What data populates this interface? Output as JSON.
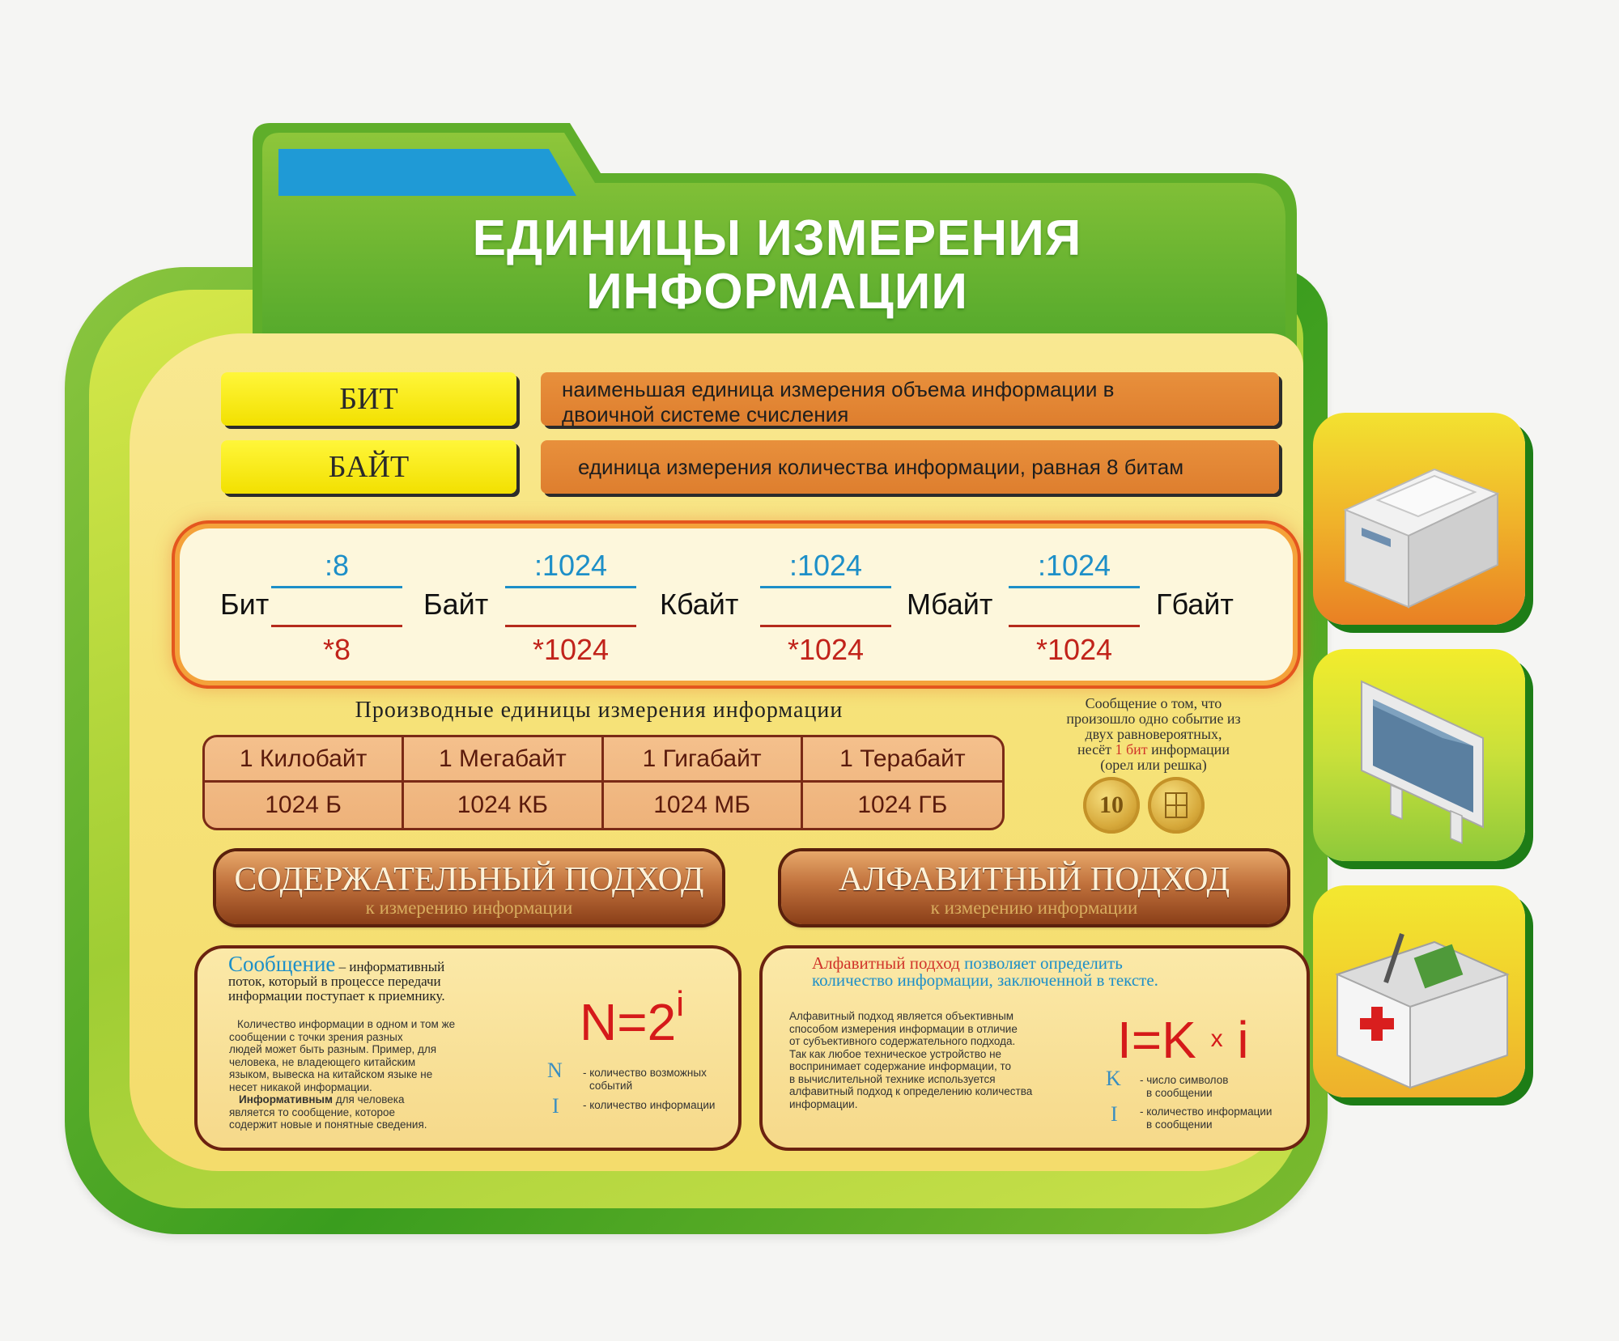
{
  "title": {
    "line1": "ЕДИНИЦЫ ИЗМЕРЕНИЯ",
    "line2": "ИНФОРМАЦИИ"
  },
  "terms": [
    {
      "label": "БИТ",
      "definition_line1": "наименьшая единица измерения объема информации в",
      "definition_line2": "двоичной системе счисления"
    },
    {
      "label": "БАЙТ",
      "definition_line1": "единица измерения количества информации, равная 8 битам",
      "definition_line2": ""
    }
  ],
  "conversion_chain": {
    "units": [
      "Бит",
      "Байт",
      "Кбайт",
      "Мбайт",
      "Гбайт"
    ],
    "divide": [
      ":8",
      ":1024",
      ":1024",
      ":1024"
    ],
    "multiply": [
      "*8",
      "*1024",
      "*1024",
      "*1024"
    ]
  },
  "derived": {
    "title": "Производные единицы измерения информации",
    "headers": [
      "1 Килобайт",
      "1 Мегабайт",
      "1 Гигабайт",
      "1 Терабайт"
    ],
    "values": [
      "1024 Б",
      "1024 КБ",
      "1024 МБ",
      "1024 ГБ"
    ]
  },
  "coin_note": {
    "line1": "Сообщение о том, что",
    "line2": "произошло одно событие из",
    "line3": "двух равновероятных,",
    "line4_pre": "несёт",
    "line4_highlight": "1 бит",
    "line4_post": "информации",
    "line5": "(орел или решка)",
    "coin_text": "10"
  },
  "content_approach": {
    "title": "СОДЕРЖАТЕЛЬНЫЙ ПОДХОД",
    "subtitle": "к измерению информации",
    "term": "Сообщение",
    "def_line1": "– информативный",
    "def_line2": "поток, который  в процессе передачи",
    "def_line3": "информации поступает к приемнику.",
    "body": [
      "Количество информации в одном и том же",
      "сообщении с точки зрения разных",
      "людей может быть разным. Пример, для",
      "человека, не владеющего китайским",
      "языком, вывеска на китайском языке не",
      "несет никакой информации."
    ],
    "bold_word": "Информативным",
    "body2_after_bold": "для человека",
    "body2": [
      "является то сообщение, которое",
      "содержит новые и понятные сведения."
    ],
    "formula_base": "N=2",
    "formula_exp": "i",
    "legend": [
      {
        "symbol": "N",
        "text_line1": "- количество возможных",
        "text_line2": "событий"
      },
      {
        "symbol": "I",
        "text_line1": "- количество информации",
        "text_line2": ""
      }
    ]
  },
  "alphabet_approach": {
    "title": "АЛФАВИТНЫЙ ПОДХОД",
    "subtitle": "к измерению информации",
    "intro_red": "Алфавитный  подход",
    "intro_blue1": "позволяет определить",
    "intro_blue2": "количество информации, заключенной  в тексте.",
    "body": [
      "Алфавитный подход является объективным",
      "способом измерения информации в отличие",
      "от субъективного содержательного подхода.",
      "Так как любое техническое устройство не",
      "воспринимает содержание информации, то",
      "в вычислительной технике используется",
      "алфавитный подход к определению количества",
      "информации."
    ],
    "formula_left": "I=K",
    "formula_x": "x",
    "formula_right": "i",
    "legend": [
      {
        "symbol": "K",
        "text_line1": "- число символов",
        "text_line2": "в сообщении"
      },
      {
        "symbol": "I",
        "text_line1": "- количество информации",
        "text_line2": "в сообщении"
      }
    ]
  },
  "colors": {
    "green_frame": "#3a9d1e",
    "board_yellow": "#f6e37a",
    "term_yellow": "#f2e000",
    "term_orange": "#de7e2e",
    "blue_accent": "#1d8fc8",
    "red_accent": "#c1231a",
    "tab_blue": "#1f9ad6"
  },
  "icons": [
    "printer-icon",
    "monitor-icon",
    "toolbox-icon"
  ]
}
